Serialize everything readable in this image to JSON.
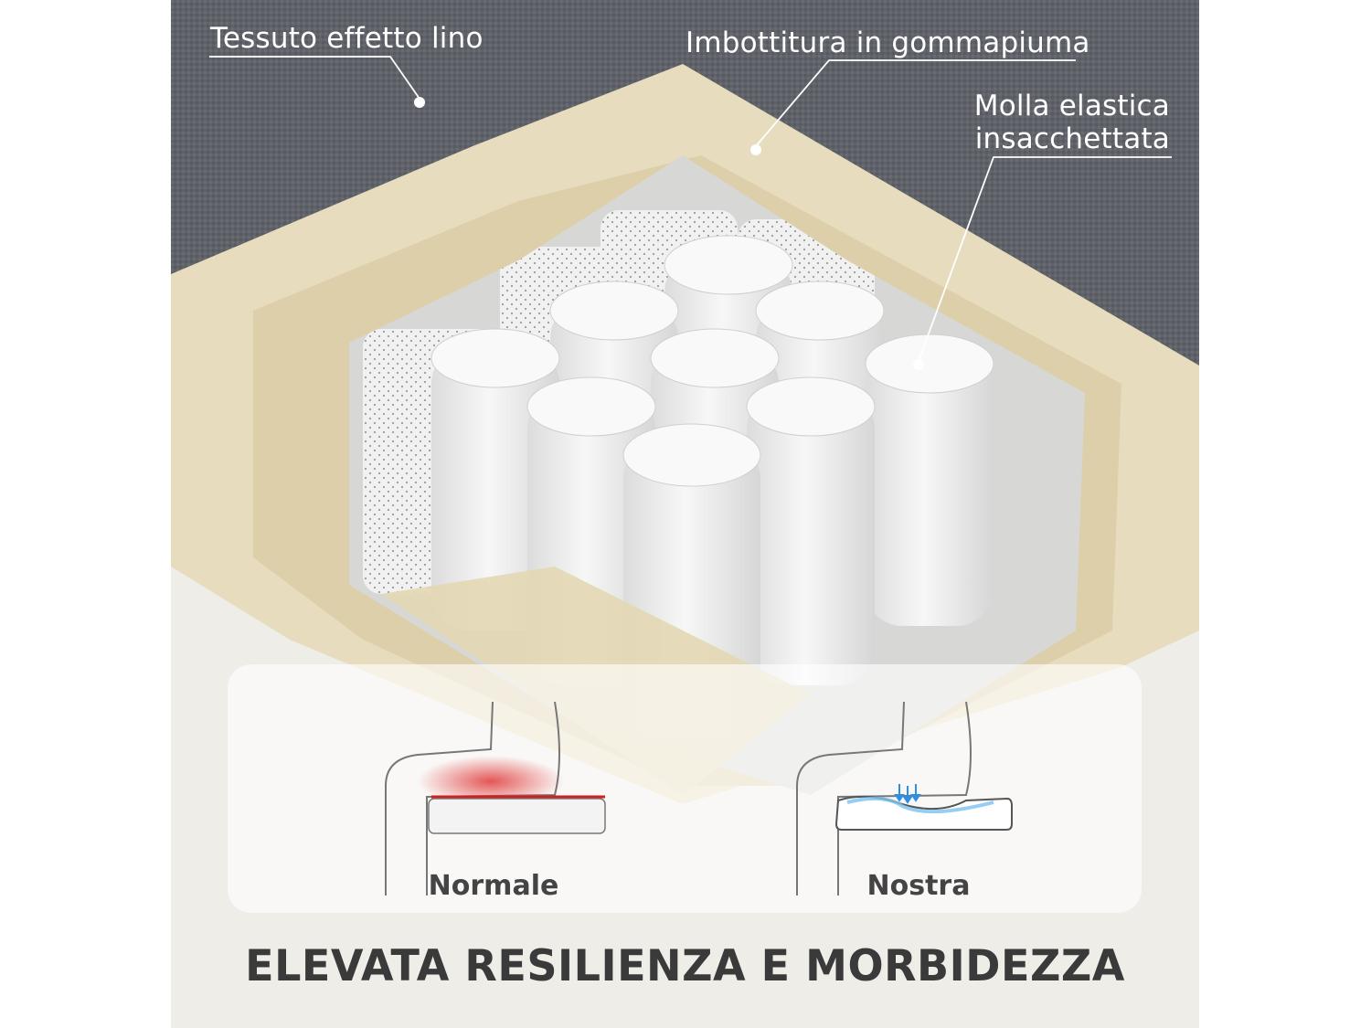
{
  "callouts": {
    "fabric": "Tessuto effetto lino",
    "foam": "Imbottitura in gommapiuma",
    "spring_line1": "Molla elastica",
    "spring_line2": "insacchettata"
  },
  "comparison": {
    "normal_label": "Normale",
    "ours_label": "Nostra"
  },
  "headline": "ELEVATA RESILIENZA E MORBIDEZZA",
  "colors": {
    "fabric": "#5f6269",
    "foam": "#e7dcbe",
    "foam_shadow": "#cdbf98",
    "spring": "#f2f2f2",
    "pressure_red": "#e03a3a",
    "support_blue": "#2f8fe0",
    "headline": "#3a3a3a"
  }
}
